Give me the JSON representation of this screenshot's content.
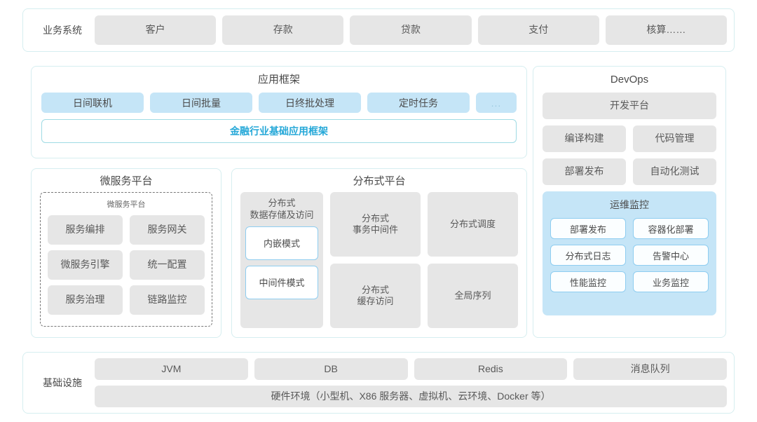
{
  "business_systems": {
    "label": "业务系统",
    "items": [
      "客户",
      "存款",
      "贷款",
      "支付",
      "核算……"
    ]
  },
  "app_framework": {
    "title": "应用框架",
    "items": [
      "日间联机",
      "日间批量",
      "日终批处理",
      "定时任务"
    ],
    "more": "...",
    "base_label": "金融行业基础应用框架"
  },
  "microservice_platform": {
    "title": "微服务平台",
    "inner_title": "微服务平台",
    "items": [
      "服务编排",
      "服务网关",
      "微服务引擎",
      "统一配置",
      "服务治理",
      "链路监控"
    ]
  },
  "distributed_platform": {
    "title": "分布式平台",
    "storage": {
      "title": "分布式\n数据存储及访问",
      "title_line1": "分布式",
      "title_line2": "数据存储及访问",
      "modes": [
        "内嵌模式",
        "中间件模式"
      ]
    },
    "items": [
      {
        "line1": "分布式",
        "line2": "事务中间件"
      },
      {
        "line1": "分布式调度",
        "line2": ""
      },
      {
        "line1": "分布式",
        "line2": "缓存访问"
      },
      {
        "line1": "全局序列",
        "line2": ""
      }
    ]
  },
  "devops": {
    "title": "DevOps",
    "platform": "开发平台",
    "row1": [
      "编译构建",
      "代码管理"
    ],
    "row2": [
      "部署发布",
      "自动化测试"
    ],
    "monitor": {
      "title": "运维监控",
      "items": [
        "部署发布",
        "容器化部署",
        "分布式日志",
        "告警中心",
        "性能监控",
        "业务监控"
      ]
    }
  },
  "infrastructure": {
    "label": "基础设施",
    "items": [
      "JVM",
      "DB",
      "Redis",
      "消息队列"
    ],
    "hardware": "硬件环境（小型机、X86 服务器、虚拟机、云环境、Docker 等）"
  },
  "colors": {
    "panel_border": "#d6eef0",
    "chip_grey": "#e6e6e6",
    "chip_blue": "#c5e5f7",
    "accent": "#25a8d8",
    "outline_blue": "#8ecdf0"
  }
}
